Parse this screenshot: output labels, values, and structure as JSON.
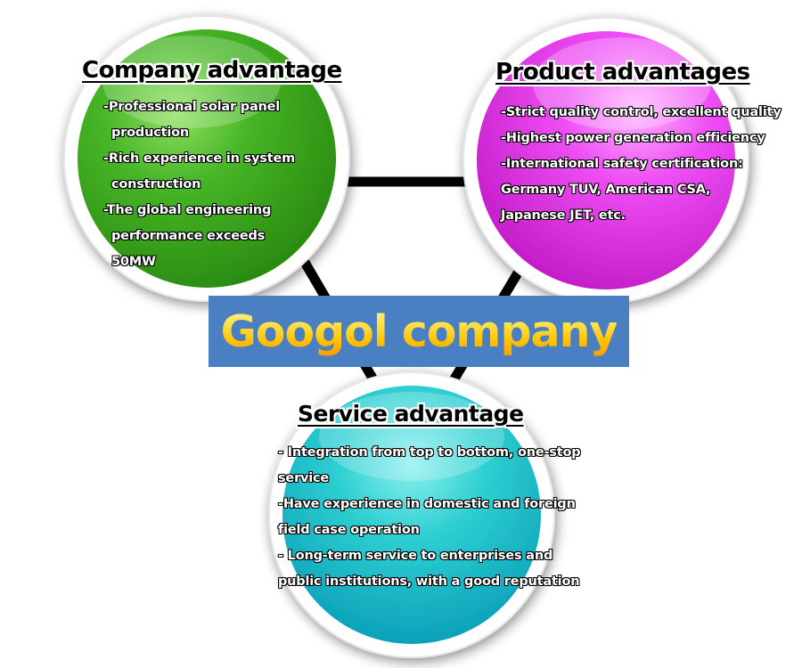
{
  "center": {
    "title": "Googol company"
  },
  "nodes": {
    "company": {
      "title": "Company advantage",
      "items": [
        "-Professional solar panel production",
        "-Rich experience in system construction",
        "-The global engineering performance exceeds 50MW"
      ]
    },
    "product": {
      "title": "Product advantages",
      "items": [
        "-Strict quality control, excellent quality",
        "-Highest power generation efficiency",
        "-International safety certification:",
        "Germany TUV, American CSA,",
        "Japanese JET, etc."
      ]
    },
    "service": {
      "title": "Service advantage",
      "items": [
        "- Integration from top to bottom, one-stop service",
        "-Have experience in domestic and foreign field case operation",
        "- Long-term service to enterprises and public institutions, with a good reputation"
      ]
    }
  },
  "colors": {
    "company_circle": "#3aa81e",
    "product_circle": "#e63ef0",
    "service_circle": "#1ec6cf",
    "banner": "#4a7fc2",
    "banner_text": "#ffd21a",
    "connector": "#000000"
  }
}
